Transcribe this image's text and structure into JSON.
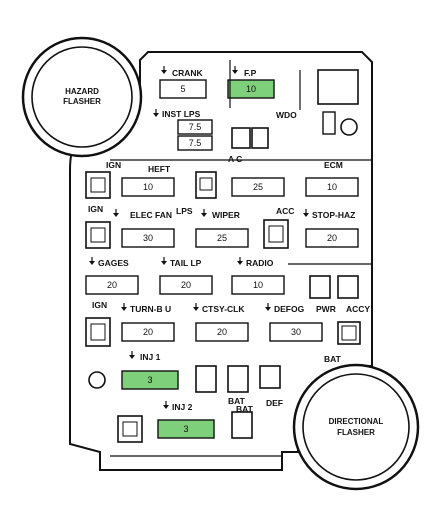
{
  "colors": {
    "highlight": "#7ED07A",
    "ink": "#111111",
    "paper": "#ffffff"
  },
  "circles": {
    "hazard": [
      "HAZARD",
      "FLASHER"
    ],
    "directional": [
      "DIRECTIONAL",
      "FLASHER"
    ]
  },
  "labels": {
    "crank": "CRANK",
    "fp": "F.P",
    "inst_lps": "INST LPS",
    "wdo": "WDO",
    "ac": "A C",
    "ign1": "IGN",
    "heft": "HEFT",
    "ecm": "ECM",
    "ign2": "IGN",
    "lps": "LPS",
    "elec_fan": "ELEC FAN",
    "wiper": "WIPER",
    "acc": "ACC",
    "stop_haz": "STOP-HAZ",
    "gages": "GAGES",
    "tail_lp": "TAIL LP",
    "radio": "RADIO",
    "ign3": "IGN",
    "turn_bu": "TURN-B U",
    "ctsy_clk": "CTSY-CLK",
    "defog": "DEFOG",
    "pwr": "PWR",
    "accy": "ACCY",
    "bat1": "BAT",
    "inj1": "INJ 1",
    "inj2": "INJ 2",
    "bat2": "BAT",
    "bat3": "BAT",
    "def": "DEF"
  },
  "fuses": {
    "crank": "5",
    "fp": "10",
    "inst_a": "7.5",
    "inst_b": "7.5",
    "heft": "10",
    "ign_mid": "25",
    "ecm": "10",
    "elec_fan": "30",
    "wiper": "25",
    "stop_haz": "20",
    "gages": "20",
    "tail_lp": "20",
    "radio": "10",
    "turn_bu": "20",
    "ctsy_clk": "20",
    "defog": "30",
    "inj1": "3",
    "inj2": "3"
  }
}
